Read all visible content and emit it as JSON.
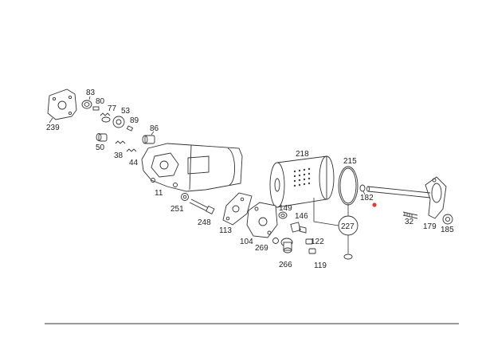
{
  "parts": [
    {
      "key": "p239",
      "label": "239"
    },
    {
      "key": "p83",
      "label": "83"
    },
    {
      "key": "p80",
      "label": "80"
    },
    {
      "key": "p77",
      "label": "77"
    },
    {
      "key": "p53",
      "label": "53"
    },
    {
      "key": "p89",
      "label": "89"
    },
    {
      "key": "p86",
      "label": "86"
    },
    {
      "key": "p50",
      "label": "50"
    },
    {
      "key": "p38",
      "label": "38"
    },
    {
      "key": "p44",
      "label": "44"
    },
    {
      "key": "p11",
      "label": "11"
    },
    {
      "key": "p218",
      "label": "218"
    },
    {
      "key": "p215",
      "label": "215"
    },
    {
      "key": "p182",
      "label": "182"
    },
    {
      "key": "p251",
      "label": "251"
    },
    {
      "key": "p248",
      "label": "248"
    },
    {
      "key": "p113",
      "label": "113"
    },
    {
      "key": "p149",
      "label": "149"
    },
    {
      "key": "p146",
      "label": "146"
    },
    {
      "key": "p227",
      "label": "227"
    },
    {
      "key": "p32",
      "label": "32"
    },
    {
      "key": "p179",
      "label": "179"
    },
    {
      "key": "p185",
      "label": "185"
    },
    {
      "key": "p104",
      "label": "104"
    },
    {
      "key": "p269",
      "label": "269"
    },
    {
      "key": "p122",
      "label": "122"
    },
    {
      "key": "p266",
      "label": "266"
    },
    {
      "key": "p119",
      "label": "119"
    }
  ],
  "colors": {
    "line": "#333333",
    "marker": "#e53935"
  }
}
